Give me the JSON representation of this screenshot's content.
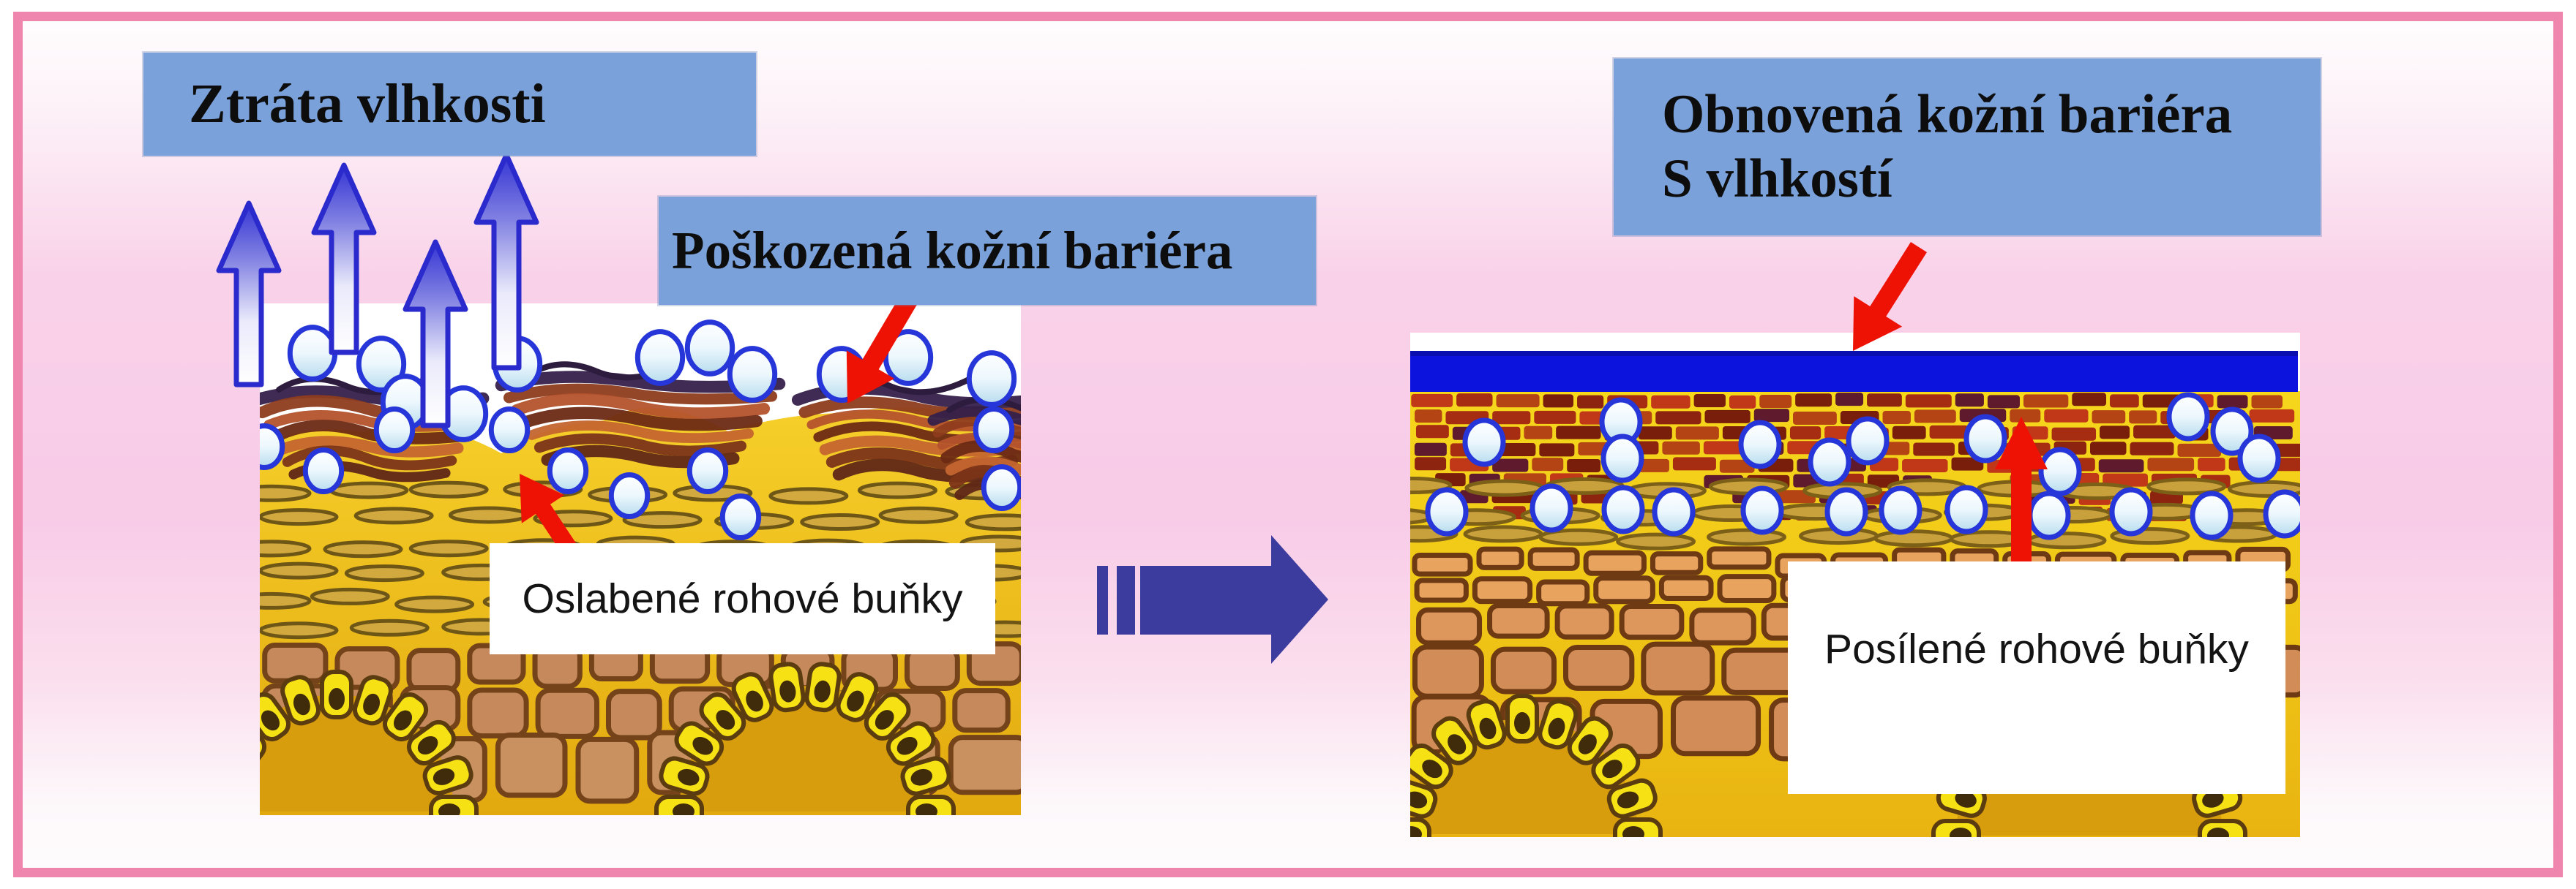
{
  "diagram_title": "Skin barrier moisture diagram",
  "left_panel": {
    "moisture_loss_label": "Ztráta vlhkosti",
    "damaged_barrier_label": "Poškozená kožní bariéra",
    "weakened_cells_label": "Oslabené rohové buňky"
  },
  "right_panel": {
    "restored_barrier_label_line1": "Obnovená kožní bariéra",
    "restored_barrier_label_line2": "S vlhkostí",
    "strengthened_cells_label": "Posílené rohové buňky"
  },
  "icons": {
    "up_arrows": "moisture-evaporation-up-arrows",
    "transition_arrow": "left-to-right-transition-arrow",
    "red_pointer_arrows": "red-annotation-arrows",
    "water_droplets": "water-droplet-circles",
    "barrier_film": "blue-barrier-film-bar"
  },
  "colors": {
    "frame_pink": "#ee86ae",
    "label_box_blue": "#7aa1da",
    "text_black": "#0d0d0d",
    "annotation_red": "#ee1205",
    "transition_arrow_blue": "#3c3c9e",
    "barrier_film_blue": "#0c13dd",
    "skin_gold": "#f2c41d",
    "droplet_border_blue": "#2636d8",
    "droplet_green_base": "#1fa42c"
  }
}
